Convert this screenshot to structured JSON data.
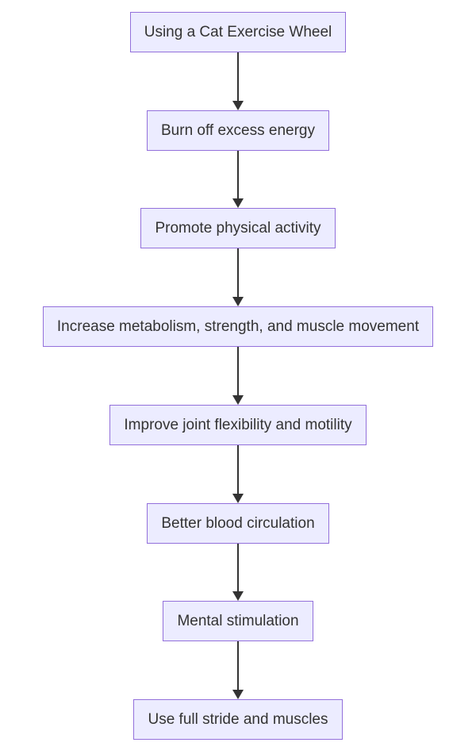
{
  "diagram": {
    "type": "flowchart",
    "direction": "top-down",
    "colors": {
      "node_fill": "#ECECFF",
      "node_border": "#9370DB",
      "node_text": "#333333",
      "arrow": "#333333",
      "background": "#FFFFFF"
    },
    "nodes": [
      {
        "label": "Using a Cat Exercise Wheel"
      },
      {
        "label": "Burn off excess energy"
      },
      {
        "label": "Promote physical activity"
      },
      {
        "label": "Increase metabolism, strength, and muscle movement"
      },
      {
        "label": "Improve joint flexibility and motility"
      },
      {
        "label": "Better blood circulation"
      },
      {
        "label": "Mental stimulation"
      },
      {
        "label": "Use full stride and muscles"
      }
    ]
  }
}
